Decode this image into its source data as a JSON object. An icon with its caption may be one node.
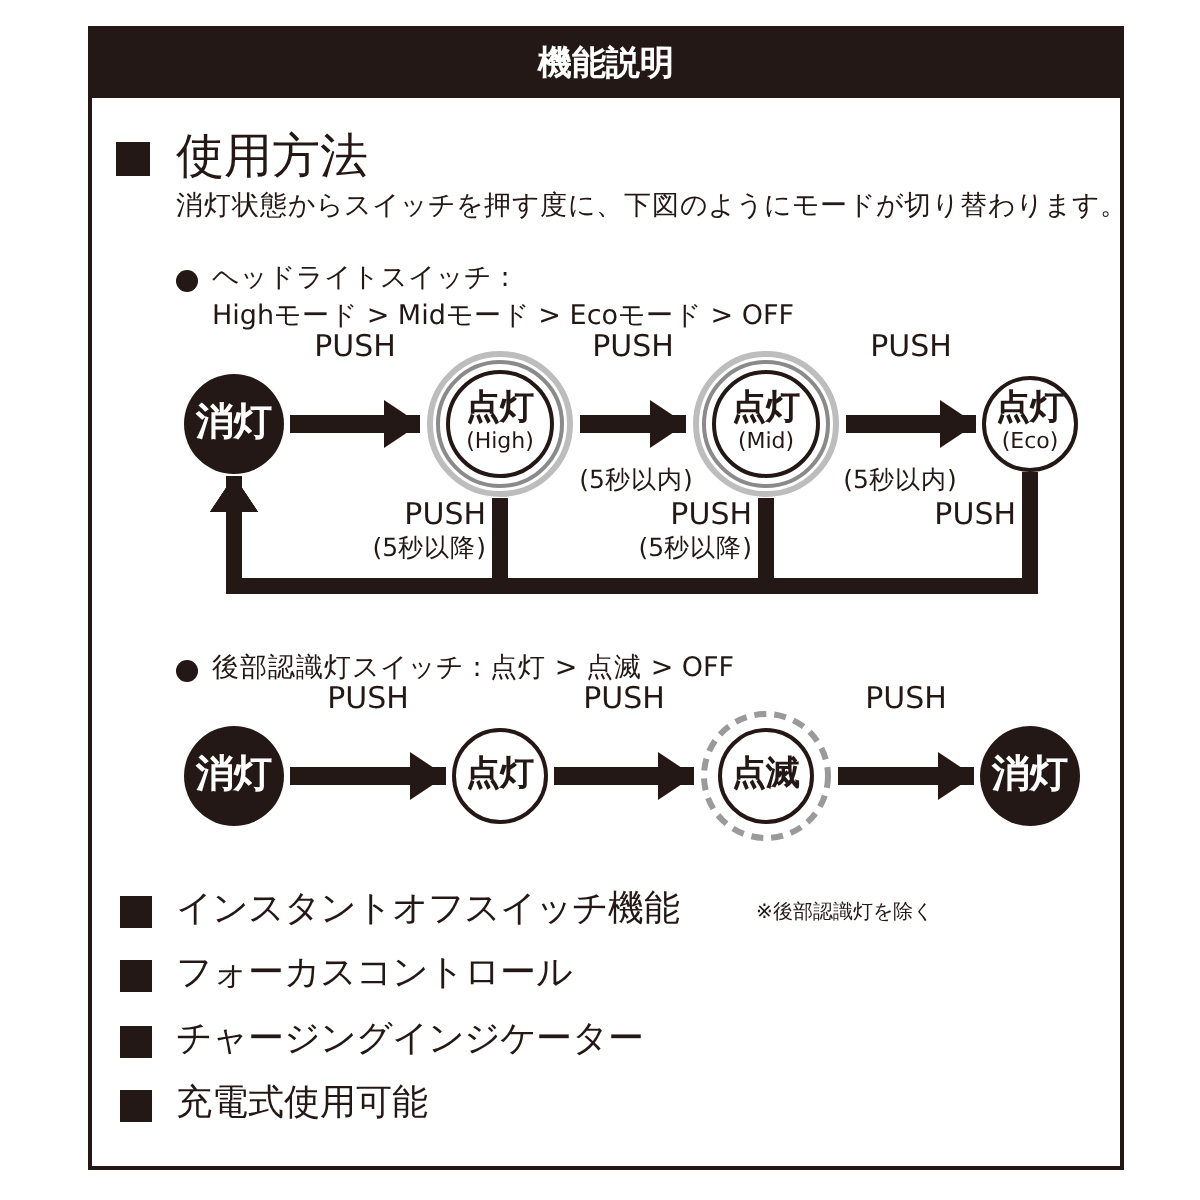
{
  "diagram": {
    "title": "機能説明",
    "nodes": [
      {
        "text": [
          "消灯"
        ]
      },
      {
        "text": [
          "点灯",
          "(High)"
        ]
      },
      {
        "text": [
          "点灯",
          "(Mid)"
        ]
      },
      {
        "text": [
          "点灯",
          "(Eco)"
        ]
      },
      {
        "text": [
          "消灯"
        ]
      },
      {
        "text": [
          "点灯"
        ]
      },
      {
        "text": [
          "点滅"
        ]
      },
      {
        "text": [
          "消灯"
        ]
      }
    ],
    "edges": [
      {
        "from": 0,
        "to": 1,
        "arrow": "to",
        "label": "PUSH"
      },
      {
        "from": 1,
        "to": 2,
        "arrow": "to",
        "label": "PUSH"
      },
      {
        "from": 2,
        "to": 3,
        "arrow": "to",
        "label": "PUSH"
      },
      {
        "from": 1,
        "to": 0,
        "arrow": "to",
        "label": "PUSH (5秒以降)"
      },
      {
        "from": 2,
        "to": 0,
        "arrow": "to",
        "label": "PUSH (5秒以降)"
      },
      {
        "from": 3,
        "to": 0,
        "arrow": "to",
        "label": "PUSH"
      },
      {
        "from": 4,
        "to": 5,
        "arrow": "to",
        "label": "PUSH"
      },
      {
        "from": 5,
        "to": 6,
        "arrow": "to",
        "label": "PUSH"
      },
      {
        "from": 6,
        "to": 7,
        "arrow": "to",
        "label": "PUSH"
      }
    ],
    "labels": [
      "使用方法",
      "消灯状態からスイッチを押す度に、下図のようにモードが切り替わります。",
      "ヘッドライトスイッチ :",
      "Highモード > Midモード > Ecoモード > OFF",
      "(5秒以内)",
      "(5秒以内)",
      "後部認識灯スイッチ : 点灯 > 点滅 > OFF",
      "インスタントオフスイッチ機能",
      "※後部認識灯を除く",
      "フォーカスコントロール",
      "チャージングインジケーター",
      "充電式使用可能"
    ]
  }
}
